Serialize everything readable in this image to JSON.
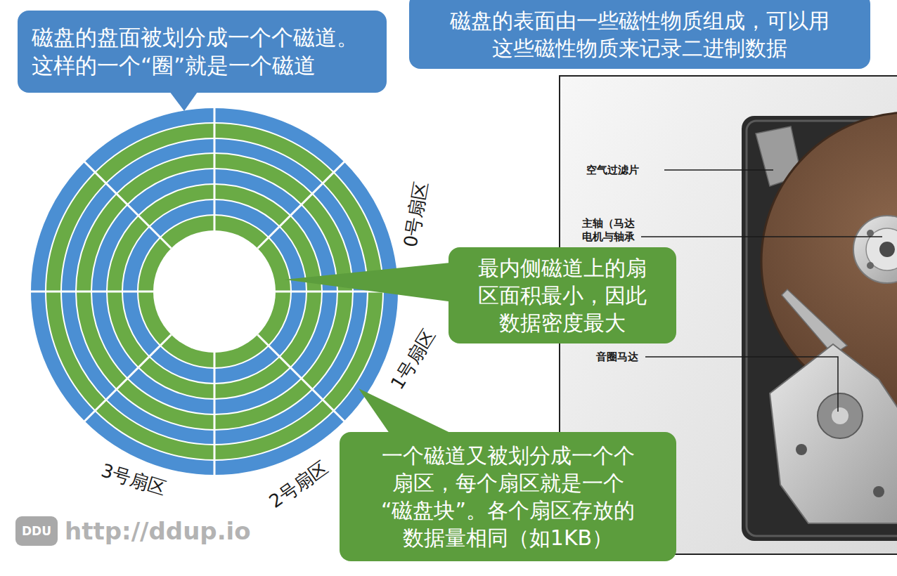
{
  "diagram": {
    "nodes": [
      {
        "text": [
          "磁盘的盘面被划分成一个个磁道。 这样的一个“圈”就是一个磁道"
        ]
      },
      {
        "text": [
          "磁盘的表面由一些磁性物质组成，可以用 这些磁性物质来记录二进制数据"
        ]
      },
      {
        "text": [
          "最内侧磁道上的扇区面积最小，因此数据密度最大"
        ]
      },
      {
        "text": [
          "一个磁道又被划分成一个个扇区，每个扇区就是一个“磁盘块”。各个扇区存放的数据量相同（如1KB）"
        ]
      }
    ],
    "labels": [
      "0号扇区",
      "1号扇区",
      "2号扇区",
      "3号扇区",
      "空气过滤片",
      "主轴（马达",
      "电机与轴承",
      "音圈马达",
      "DDU",
      "http://ddup.io"
    ]
  }
}
